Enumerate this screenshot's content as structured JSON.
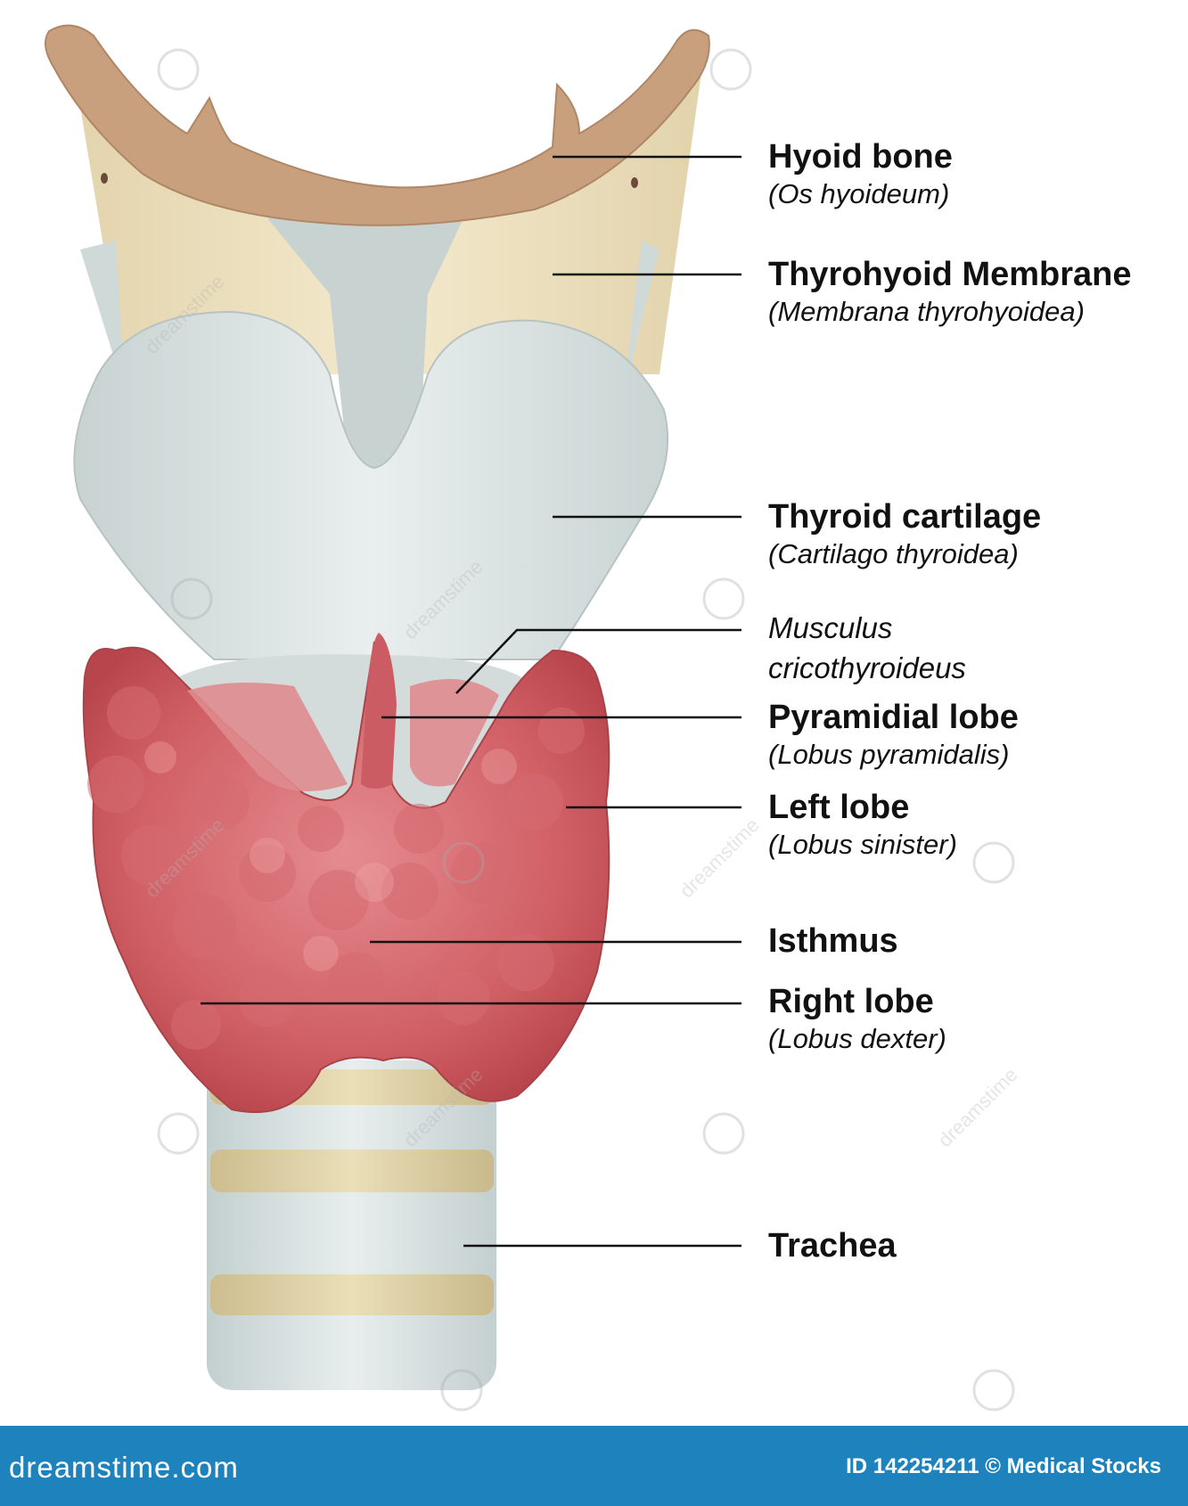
{
  "labels": {
    "hyoid": {
      "main": "Hyoid bone",
      "sub": "(Os hyoideum)"
    },
    "thyrohyoid": {
      "main": "Thyrohyoid Membrane",
      "sub": "(Membrana thyrohyoidea)"
    },
    "thyroid_cartilage": {
      "main": "Thyroid cartilage",
      "sub": "(Cartilago thyroidea)"
    },
    "cricothyroid": {
      "line1": "Musculus",
      "line2": "cricothyroideus"
    },
    "pyramidal": {
      "main": "Pyramidial lobe",
      "sub": "(Lobus pyramidalis)"
    },
    "left_lobe": {
      "main": "Left lobe",
      "sub": "(Lobus sinister)"
    },
    "isthmus": {
      "main": "Isthmus"
    },
    "right_lobe": {
      "main": "Right lobe",
      "sub": "(Lobus dexter)"
    },
    "trachea": {
      "main": "Trachea"
    }
  },
  "footer": {
    "brand": "dreamstime.com",
    "stock_id": "ID 142254211 © Medical Stocks"
  },
  "watermark": "dreamstime",
  "colors": {
    "hyoid": "#c9a07e",
    "membrane": "#ede0bd",
    "cartilage": "#d9e2e1",
    "thyroid": "#c9585e",
    "footer": "#1e83bd"
  }
}
